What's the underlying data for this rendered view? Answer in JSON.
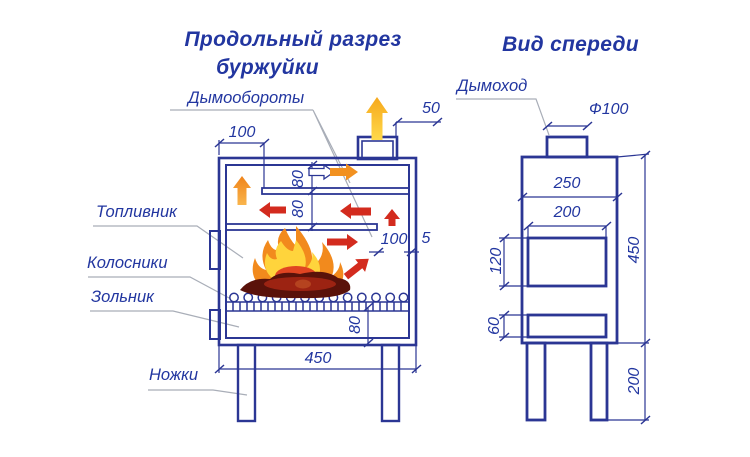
{
  "colors": {
    "navy": "#2b3694",
    "text-blue": "#2236a0",
    "leader-gray": "#a9aeb8",
    "red": "#d32b1e",
    "orange": "#f29120",
    "orange-dark": "#d97a10",
    "yellow": "#ffd23c",
    "flame-orange": "#f28a1d",
    "flame-yellow": "#ffd43c",
    "flame-red": "#e04522",
    "log-dark": "#5a120a",
    "log-mid": "#9c2312",
    "log-light": "#b5431f",
    "bg": "#ffffff"
  },
  "section_view": {
    "title_line1": "Продольный разрез",
    "title_line2": "буржуйки",
    "labels": {
      "smoke_turns": "Дымообороты",
      "firebox": "Топливник",
      "grate": "Колосники",
      "ash_pan": "Зольник",
      "legs": "Ножки"
    },
    "dims": {
      "top_gap": "100",
      "chimney_offset": "50",
      "upper_channel": "80",
      "lower_channel": "80",
      "firebox_outlet": "100",
      "wall_thickness": "5",
      "ash_height": "80",
      "body_width": "450"
    }
  },
  "front_view": {
    "title": "Вид спереди",
    "labels": {
      "chimney": "Дымоход"
    },
    "dims": {
      "chimney_diameter": "Ф100",
      "body_width": "250",
      "door_width": "200",
      "door_height": "120",
      "ash_door_height": "60",
      "body_height": "450",
      "leg_height": "200"
    }
  }
}
